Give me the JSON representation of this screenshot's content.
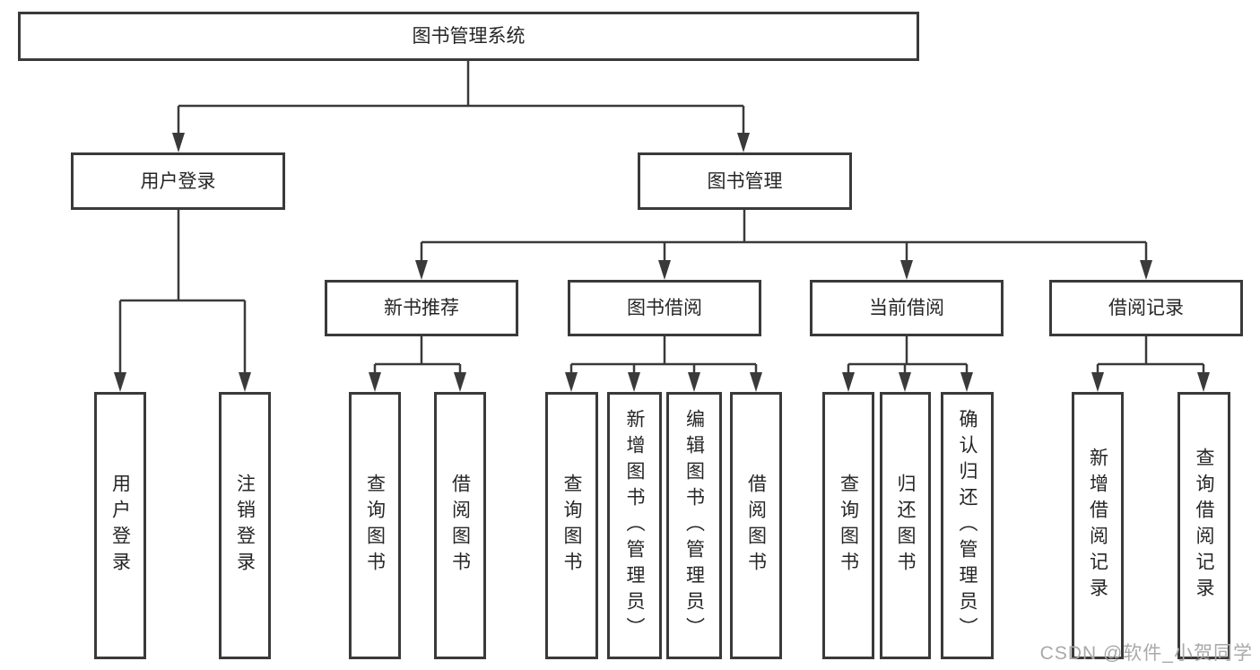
{
  "diagram_title": "图书管理系统",
  "colors": {
    "line": "#3a3a3a",
    "text": "#262626",
    "background": "#ffffff",
    "watermark": "#a9a9a9"
  },
  "watermark": "CSDN @软件_小贺同学",
  "tree": {
    "root": {
      "label": "图书管理系统"
    },
    "level2": [
      {
        "label": "用户登录"
      },
      {
        "label": "图书管理"
      }
    ],
    "level3": [
      {
        "label": "新书推荐"
      },
      {
        "label": "图书借阅"
      },
      {
        "label": "当前借阅"
      },
      {
        "label": "借阅记录"
      }
    ],
    "leaves": {
      "user_login": [
        "用户登录",
        "注销登录"
      ],
      "new_book_recommend": [
        "查询图书",
        "借阅图书"
      ],
      "book_borrowing": [
        "查询图书",
        "新增图书（管理员）",
        "编辑图书（管理员）",
        "借阅图书"
      ],
      "current_borrowing": [
        "查询图书",
        "归还图书",
        "确认归还（管理员）"
      ],
      "borrowing_records": [
        "新增借阅记录",
        "查询借阅记录"
      ]
    }
  }
}
